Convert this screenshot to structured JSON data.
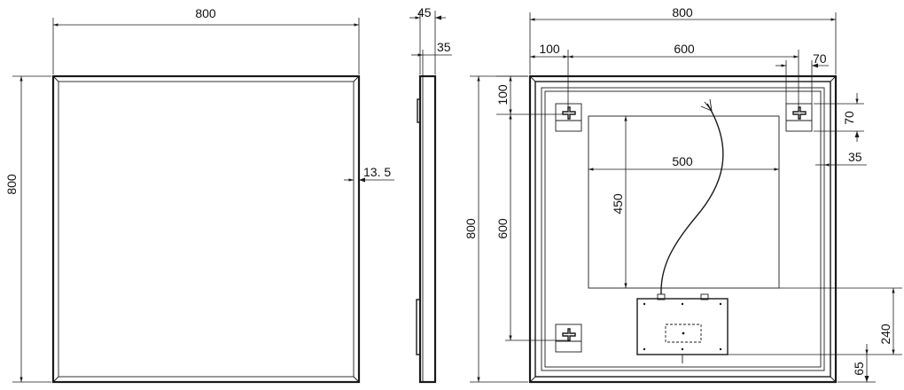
{
  "front_view": {
    "width_label": "800",
    "height_label": "800",
    "frame_label": "13. 5"
  },
  "side_view": {
    "depth_label": "45",
    "inner_depth_label": "35"
  },
  "back_view": {
    "width_label": "800",
    "hanger_offset_label": "100",
    "hanger_spacing_label": "600",
    "hanger_width_label": "70",
    "top_offset_label": "100",
    "hanger_height_label": "70",
    "frame_depth_label": "35",
    "panel_width_label": "500",
    "panel_height_label": "450",
    "vertical_spacing_label": "600",
    "height_label": "800",
    "driver_box_label": "240",
    "bottom_offset_label": "65"
  }
}
